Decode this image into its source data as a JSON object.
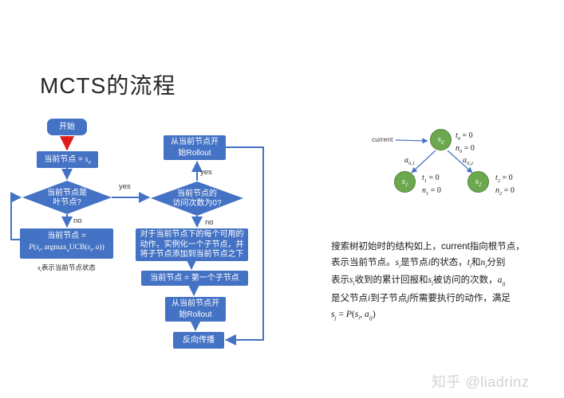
{
  "title": "MCTS的流程",
  "colors": {
    "flow_blue": "#4472C4",
    "arrow_red": "#E01B1B",
    "node_green": "#6BA84E",
    "node_border": "#548235",
    "watermark_gray": "#D3D3D3"
  },
  "flowchart": {
    "start": "开始",
    "assign_root": [
      {
        "t": "当前节点 = "
      },
      {
        "t": "s",
        "m": true,
        "i": true,
        "sub": "0"
      }
    ],
    "leaf_diamond": {
      "line1": "当前节点是",
      "line2": "叶节点?"
    },
    "ucb_box": {
      "line1": "当前节点 =",
      "line2": [
        {
          "t": "P",
          "i": true
        },
        {
          "t": "("
        },
        {
          "t": "s",
          "i": true,
          "sub": "t",
          "si": true
        },
        {
          "t": ", argmax",
          "sub": "a",
          "si": true
        },
        {
          "t": "UCB("
        },
        {
          "t": "s",
          "i": true,
          "sub": "t",
          "si": true
        },
        {
          "t": ", "
        },
        {
          "t": "a",
          "i": true
        },
        {
          "t": "))"
        }
      ]
    },
    "ucb_caption": [
      {
        "t": "s",
        "m": true,
        "i": true,
        "sub": "t",
        "si": true
      },
      {
        "t": "表示当前节点状态"
      }
    ],
    "visits_diamond": {
      "line1": "当前节点的",
      "line2": "访问次数为0?"
    },
    "rollout_top": {
      "line1": "从当前节点开",
      "line2": "始Rollout"
    },
    "expand_box": {
      "line1": "对于当前节点下的每个可用的",
      "line2": "动作，实例化一个子节点，并",
      "line3": "将子节点添加到当前节点之下"
    },
    "first_child_box": "当前节点 = 第一个子节点",
    "rollout_bottom": {
      "line1": "从当前节点开",
      "line2": "始Rollout"
    },
    "backprop_box": "反向传播",
    "labels": {
      "yes1": "yes",
      "no1": "no",
      "yes2": "yes",
      "no2": "no"
    }
  },
  "tree": {
    "current_label": "current",
    "node_s0": [
      {
        "t": "s",
        "i": true,
        "sub": "0"
      }
    ],
    "node_s1": [
      {
        "t": "s",
        "i": true,
        "sub": "1"
      }
    ],
    "node_s2": [
      {
        "t": "s",
        "i": true,
        "sub": "2"
      }
    ],
    "stats_s0_t": [
      {
        "t": "t",
        "i": true,
        "sub": "0"
      },
      {
        "t": " = 0"
      }
    ],
    "stats_s0_n": [
      {
        "t": "n",
        "i": true,
        "sub": "0"
      },
      {
        "t": " = 0"
      }
    ],
    "stats_s1_t": [
      {
        "t": "t",
        "i": true,
        "sub": "1"
      },
      {
        "t": " = 0"
      }
    ],
    "stats_s1_n": [
      {
        "t": "n",
        "i": true,
        "sub": "1"
      },
      {
        "t": " = 0"
      }
    ],
    "stats_s2_t": [
      {
        "t": "t",
        "i": true,
        "sub": "2"
      },
      {
        "t": " = 0"
      }
    ],
    "stats_s2_n": [
      {
        "t": "n",
        "i": true,
        "sub": "2"
      },
      {
        "t": " = 0"
      }
    ],
    "edge_a01": [
      {
        "t": "a",
        "i": true,
        "sub": "0,1"
      }
    ],
    "edge_a02": [
      {
        "t": "a",
        "i": true,
        "sub": "0,2"
      }
    ]
  },
  "paragraph": {
    "lines": [
      [
        {
          "t": "搜索树初始时的结构如上，current指向根节点，"
        }
      ],
      [
        {
          "t": "表示当前节点。"
        },
        {
          "t": "s",
          "m": true,
          "i": true,
          "sub": "i",
          "si": true
        },
        {
          "t": "是节点"
        },
        {
          "t": "i",
          "m": true,
          "i": true
        },
        {
          "t": "的状态，"
        },
        {
          "t": "t",
          "m": true,
          "i": true,
          "sub": "i",
          "si": true
        },
        {
          "t": "和"
        },
        {
          "t": "n",
          "m": true,
          "i": true,
          "sub": "i",
          "si": true
        },
        {
          "t": "分别"
        }
      ],
      [
        {
          "t": "表示"
        },
        {
          "t": "s",
          "m": true,
          "i": true,
          "sub": "i",
          "si": true
        },
        {
          "t": "收到的累计回报和"
        },
        {
          "t": "s",
          "m": true,
          "i": true,
          "sub": "i",
          "si": true
        },
        {
          "t": "被访问的次数，"
        },
        {
          "t": "a",
          "m": true,
          "i": true,
          "sub": "ij",
          "si": true
        }
      ],
      [
        {
          "t": "是父节点"
        },
        {
          "t": "i",
          "m": true,
          "i": true
        },
        {
          "t": "到子节点"
        },
        {
          "t": "j",
          "m": true,
          "i": true
        },
        {
          "t": "所需要执行的动作，满足"
        }
      ],
      [
        {
          "t": "s",
          "m": true,
          "i": true,
          "sub": "j",
          "si": true
        },
        {
          "t": " = ",
          "m": true
        },
        {
          "t": "P",
          "m": true,
          "i": true
        },
        {
          "t": "(",
          "m": true
        },
        {
          "t": "s",
          "m": true,
          "i": true,
          "sub": "i",
          "si": true
        },
        {
          "t": ", ",
          "m": true
        },
        {
          "t": "a",
          "m": true,
          "i": true,
          "sub": "ij",
          "si": true
        },
        {
          "t": ")",
          "m": true
        }
      ]
    ]
  },
  "watermark": "知乎 @liadrinz"
}
